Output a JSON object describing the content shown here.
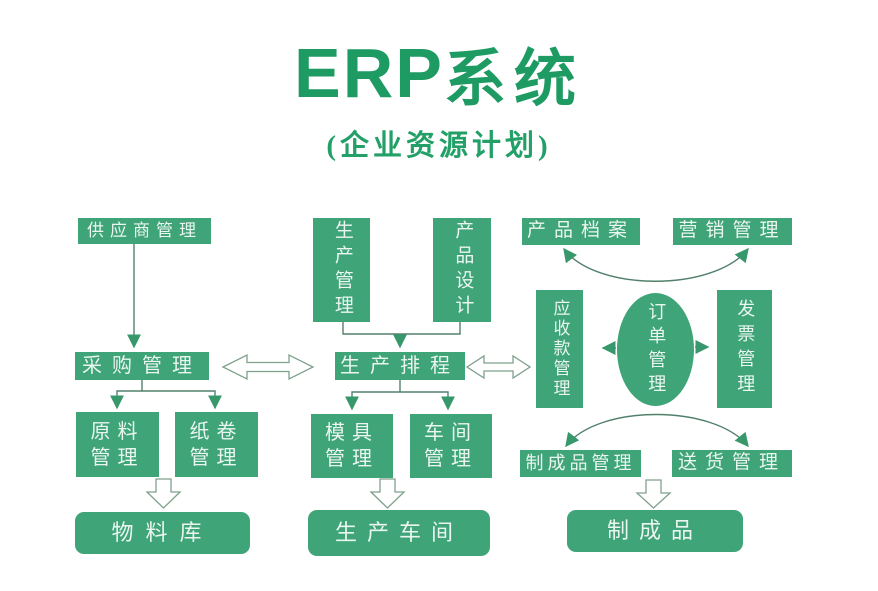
{
  "title": {
    "latin": "ERP",
    "cjk": "系统"
  },
  "subtitle": "(企业资源计划)",
  "colors": {
    "box_green": "#3fa478",
    "title_green": "#1e9b62",
    "line_green": "#52806b",
    "arrowhead_green": "#37996b",
    "hollow_arrow_outline": "#7fa18c",
    "box_text": "#eaf6ef",
    "background": "#ffffff"
  },
  "nodes": {
    "supplier": "供应商管理",
    "purchasing": "采购管理",
    "raw_material": "原料管理",
    "paper_roll": "纸卷管理",
    "material_warehouse": "物料库",
    "production_mgmt": "生产管理",
    "product_design": "产品设计",
    "production_scheduling": "生产排程",
    "mold_mgmt": "模具管理",
    "workshop_mgmt": "车间管理",
    "production_workshop": "生产车间",
    "product_archive": "产品档案",
    "marketing": "营销管理",
    "receivables": "应收款管理",
    "order_mgmt": "订单管理",
    "invoice": "发票管理",
    "finished_goods_mgmt": "制成品管理",
    "delivery": "送货管理",
    "finished_goods": "制成品"
  }
}
